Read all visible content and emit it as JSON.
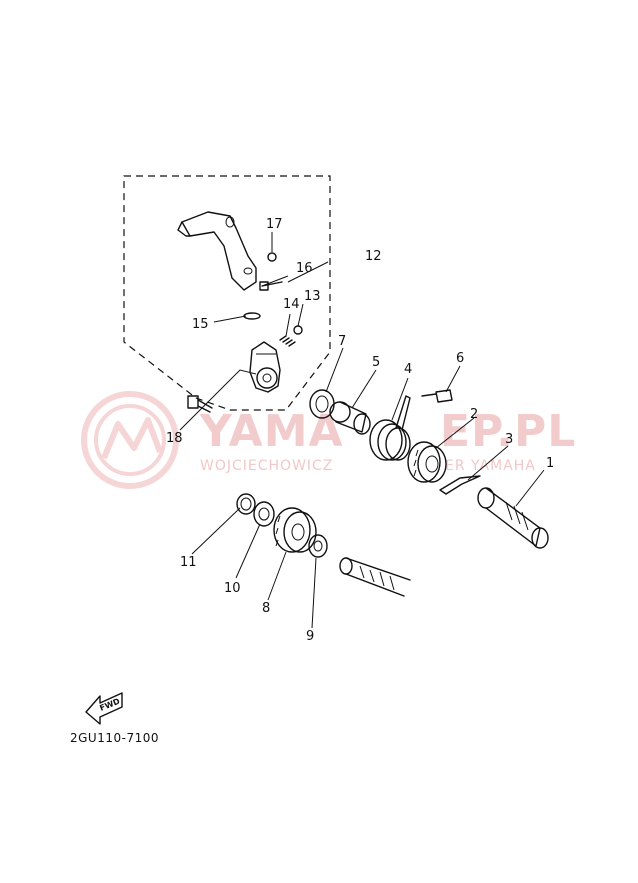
{
  "watermark": {
    "brand": "YAMA",
    "domain": "EP.PL",
    "tagline_left": "WOJCIECHOWICZ",
    "tagline_right": "ER YAMAHA"
  },
  "callouts": [
    "1",
    "2",
    "3",
    "4",
    "5",
    "6",
    "7",
    "8",
    "9",
    "10",
    "11",
    "12",
    "13",
    "14",
    "15",
    "16",
    "17",
    "18"
  ],
  "fwd_label": "FWD",
  "diagram_code": "2GU110-7100",
  "colors": {
    "line": "#111111",
    "watermark": "#e9a3a3"
  }
}
